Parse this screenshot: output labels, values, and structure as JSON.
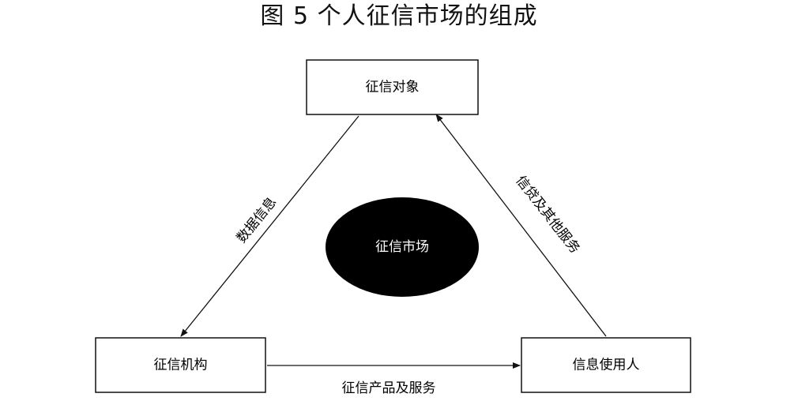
{
  "title": "图 5  个人征信市场的组成",
  "nodes": {
    "subject": "征信对象",
    "agency": "征信机构",
    "user": "信息使用人",
    "market": "征信市场"
  },
  "edges": {
    "data_info": "数据信息",
    "credit_services": "信贷及其他服务",
    "products_services": "征信产品及服务"
  },
  "colors": {
    "stroke": "#111111",
    "ellipse_fill": "#000000",
    "ellipse_text": "#ffffff",
    "background": "#ffffff"
  }
}
